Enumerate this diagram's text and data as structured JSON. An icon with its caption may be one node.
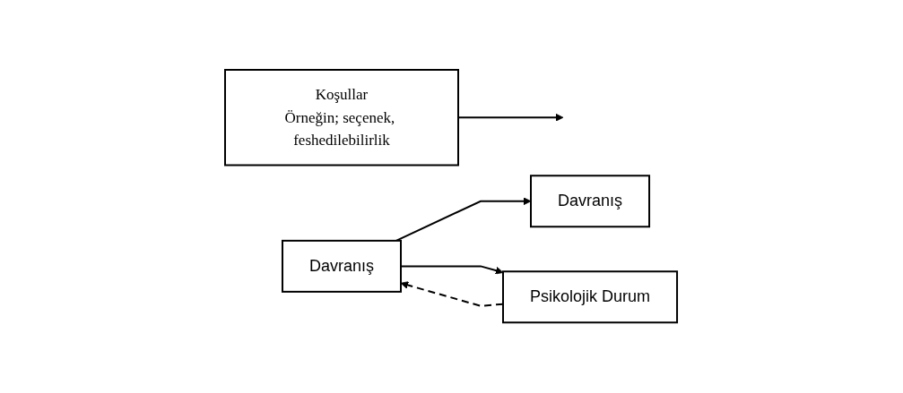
{
  "diagram": {
    "nodes": [
      {
        "text": [
          "Koşullar",
          "Örneğin; seçenek, feshedilebilirlik"
        ]
      },
      {
        "text": [
          "Davranış"
        ]
      },
      {
        "text": [
          "Davranış"
        ]
      },
      {
        "text": [
          "Psikolojik Durum"
        ]
      }
    ],
    "edges": [
      {
        "from": 1,
        "to": 2,
        "arrow": "to"
      },
      {
        "from": 1,
        "to": 3,
        "arrow": "to"
      },
      {
        "from": 0,
        "to": null,
        "arrow": "to"
      },
      {
        "from": 3,
        "to": 1,
        "arrow": "to",
        "style": "dashed"
      }
    ]
  }
}
